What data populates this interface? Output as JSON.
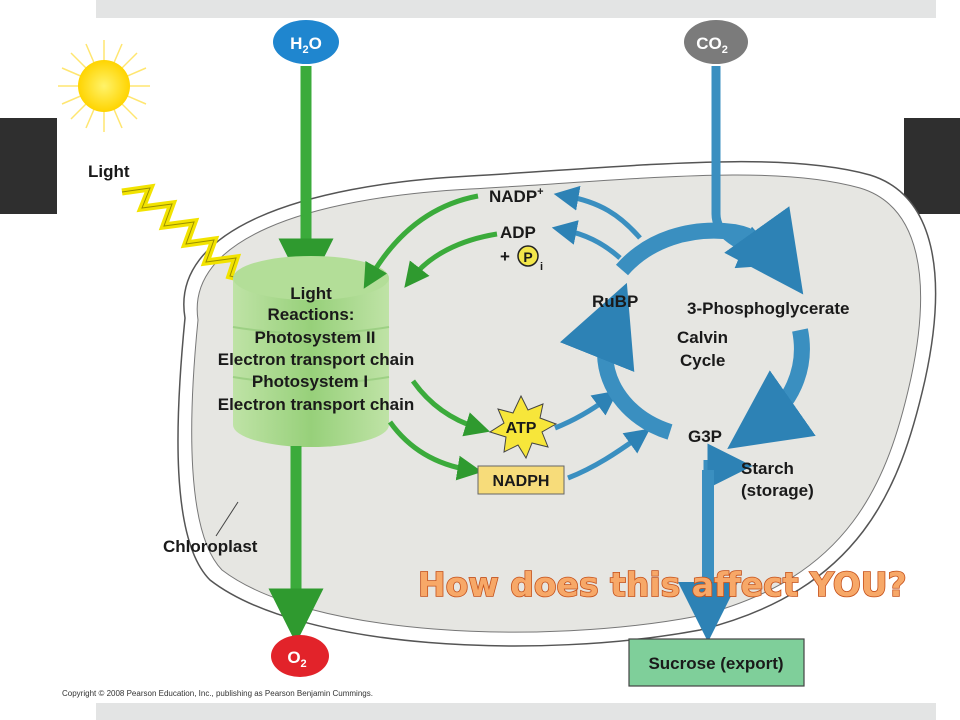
{
  "inputs": {
    "water": "H",
    "water_sub": "2",
    "water_end": "O",
    "co2": "CO",
    "co2_sub": "2"
  },
  "outputs": {
    "oxygen": "O",
    "oxygen_sub": "2",
    "sucrose": "Sucrose (export)"
  },
  "light_label": "Light",
  "chloroplast_label": "Chloroplast",
  "light_reactions": [
    "Light",
    "Reactions:",
    "Photosystem II",
    "Electron transport chain",
    "Photosystem I",
    "Electron transport chain"
  ],
  "molecules": {
    "nadp": "NADP",
    "nadp_sup": "+",
    "adp": "ADP",
    "plus_pi": "+",
    "pi": "P",
    "pi_sub": "i",
    "atp": "ATP",
    "nadph": "NADPH"
  },
  "calvin": {
    "rubp": "RuBP",
    "pga": "3-Phosphoglycerate",
    "line1": "Calvin",
    "line2": "Cycle",
    "g3p": "G3P",
    "starch1": "Starch",
    "starch2": "(storage)"
  },
  "headline": "How does this affect YOU?",
  "copyright": "Copyright © 2008 Pearson Education, Inc., publishing as Pearson Benjamin Cummings.",
  "colors": {
    "green_arrow": "#3bab3b",
    "blue_arrow": "#3a8fc0",
    "water": "#1f86cf",
    "co2": "#7b7b7b",
    "oxygen": "#e2232a",
    "sucrose_box": "#7fcf9a",
    "nadph_box": "#f7dc7a",
    "headline": "#f7a868"
  }
}
